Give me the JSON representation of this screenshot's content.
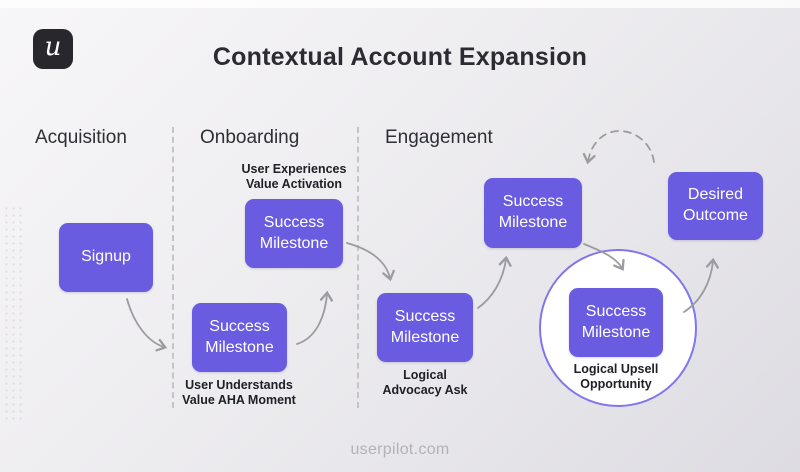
{
  "title": "Contextual Account Expansion",
  "brand": {
    "logo_letter": "u",
    "watermark": "userpilot.com"
  },
  "stages": [
    {
      "label": "Acquisition"
    },
    {
      "label": "Onboarding"
    },
    {
      "label": "Engagement"
    }
  ],
  "nodes": {
    "signup": {
      "label": "Signup"
    },
    "onboarding_milestone_top": {
      "label": "Success Milestone",
      "annotation_lines": [
        "User Experiences",
        "Value Activation"
      ]
    },
    "onboarding_milestone_bottom": {
      "label": "Success Milestone",
      "annotation_lines": [
        "User Understands",
        "Value AHA Moment"
      ]
    },
    "engagement_milestone_lower": {
      "label": "Success Milestone",
      "annotation_lines": [
        "Logical",
        "Advocacy Ask"
      ]
    },
    "engagement_milestone_upper": {
      "label": "Success Milestone"
    },
    "upsell_milestone": {
      "label": "Success Milestone",
      "annotation_lines": [
        "Logical Upsell",
        "Opportunity"
      ]
    },
    "desired_outcome": {
      "label": "Desired Outcome"
    }
  },
  "colors": {
    "node_fill": "#6A5CE0",
    "circle_border": "#8276EC",
    "arrow": "#9B9BA1",
    "logo_background": "#28282c",
    "title_text": "#2b2b31",
    "watermark_text": "#b3b2b8"
  }
}
